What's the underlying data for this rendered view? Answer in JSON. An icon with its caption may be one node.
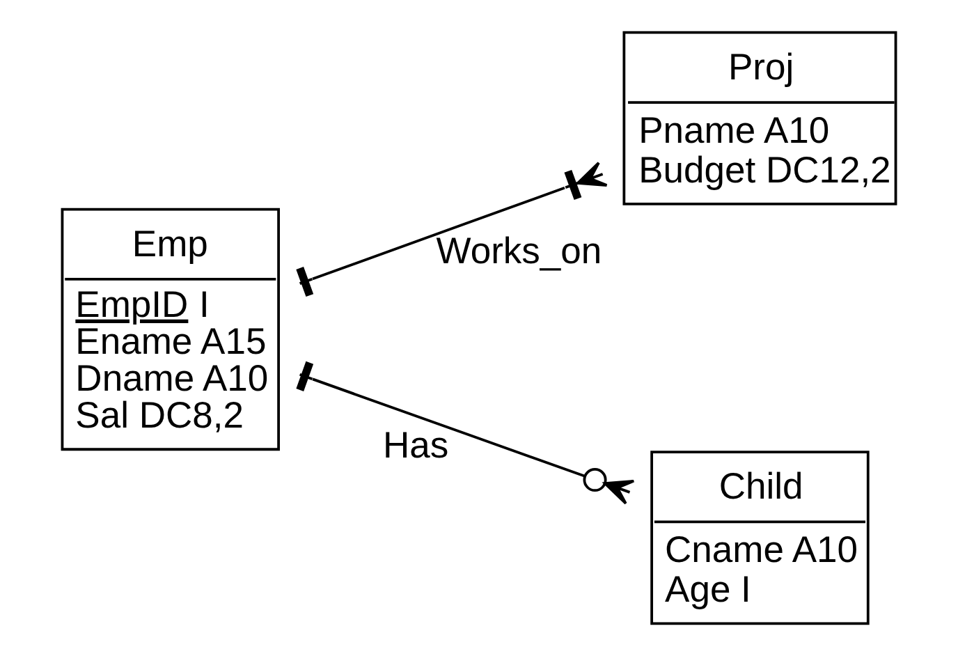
{
  "diagram": {
    "nodes": [
      {
        "text": [
          "Emp",
          "EmpID I",
          "Ename A15",
          "Dname A10",
          "Sal DC8,2"
        ]
      },
      {
        "text": [
          "Proj",
          "Pname A10",
          "Budget DC12,2"
        ]
      },
      {
        "text": [
          "Child",
          "Cname A10",
          "Age I"
        ]
      }
    ],
    "edges": [
      {
        "from": 0,
        "to": 1,
        "arrow": "other",
        "label": "Works_on"
      },
      {
        "from": 0,
        "to": 2,
        "arrow": "other",
        "label": "Has"
      }
    ]
  }
}
